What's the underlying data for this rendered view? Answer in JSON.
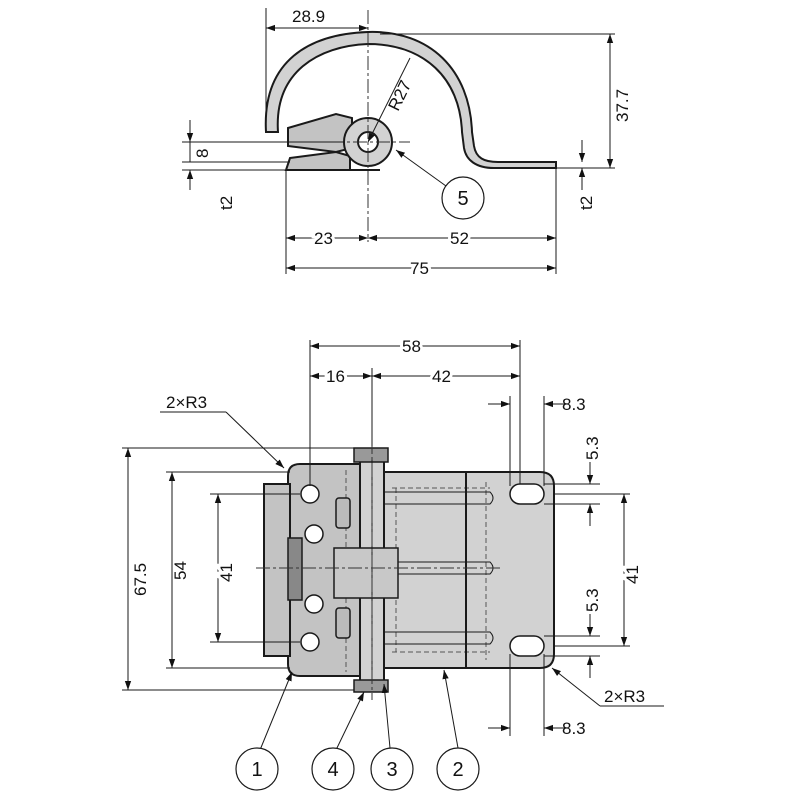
{
  "top_view": {
    "dimensions": {
      "width_left": "28.9",
      "radius": "R27",
      "height": "37.7",
      "gap": "8",
      "thickness_left": "t2",
      "thickness_right": "t2",
      "left_offset": "23",
      "right_offset": "52",
      "total_length": "75"
    },
    "callouts": [
      "5"
    ]
  },
  "front_view": {
    "dimensions": {
      "span": "58",
      "left_offset": "16",
      "right_offset": "42",
      "slot_width_top": "8.3",
      "slot_width_bottom": "8.3",
      "corner_radius_top": "2×R3",
      "corner_radius_bottom": "2×R3",
      "slot_height_top": "5.3",
      "slot_height_bottom": "5.3",
      "total_height": "67.5",
      "plate_height": "54",
      "hole_pitch_left": "41",
      "hole_pitch_right": "41"
    },
    "callouts": [
      "1",
      "4",
      "3",
      "2"
    ]
  }
}
